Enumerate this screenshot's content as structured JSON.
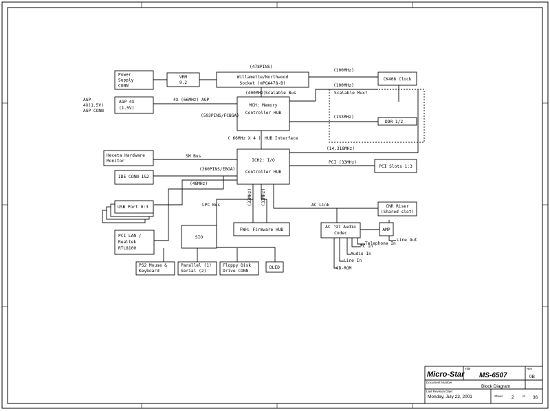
{
  "blocks": {
    "power_supply": [
      "Power",
      "Supply",
      "CONN"
    ],
    "vrm": [
      "VRM",
      "9.2"
    ],
    "cpu": [
      "Willamette/Northwood",
      "Socket (mPGA478-B)"
    ],
    "ck408": "CK408 Clock",
    "agp_slot": [
      "AGP 4X",
      "(1.5V)"
    ],
    "mch": [
      "MCH: Memory",
      "Controller HUB"
    ],
    "ddr": "DDR 1/2",
    "heceta": [
      "Heceta Hardware",
      "Monitor"
    ],
    "ide": "IDE CONN 1&2",
    "ich2": [
      "ICH2: I/O",
      "Controller HUB"
    ],
    "pci_slots": "PCI Slots 1:3",
    "usb": "USB Port 0:3",
    "cnr": [
      "CNR Riser",
      "(Shared slot)"
    ],
    "pci_lan": [
      "PCI LAN /",
      "Realtek",
      "RTL8100"
    ],
    "sio": "SIO",
    "fwh": "FWH: Firmware HUB",
    "ac97": [
      "AC '97 Audio",
      "Codec"
    ],
    "amp": "AMP",
    "ps2": [
      "PS2 Mouse &",
      "Keyboard"
    ],
    "parallel": [
      "Parallel (1)",
      "Serial (2)"
    ],
    "floppy": [
      "Floppy Disk",
      "Drive CONN"
    ],
    "dled": "DLED"
  },
  "labels": {
    "agp_conn": [
      "AGP",
      "4X(1.5V)",
      "AGP CONN"
    ],
    "cpu_pkg": "(478PINS)",
    "clk_100_top": "(100MHz)",
    "clk_100_mid": "(100MHz)",
    "fsb_400": "(400MHz)",
    "scalable_bus": "Scalable Bus",
    "agp_bus": "4X (66MHz) AGP",
    "scalable_mux": "Scalable Mux?",
    "clk_133": "(133MHz)",
    "mch_pkg": "(593PINS/FCBGA)",
    "hub_if_speed": "( 66MHz X 4 )",
    "hub_interface": "HUB Interface",
    "clk_14": "(14.318MHz)",
    "sm_bus": "SM Bus",
    "ich2_pkg": "(360PINS/EBGA)",
    "pci_bus": "PCI (33MHz)",
    "clk_48": "(48MHz)",
    "lpc_bus": "LPC Bus",
    "lpc_33a": "(33MHz)",
    "lpc_33b": "(33MHz)",
    "ac_link": "AC Link",
    "line_out": "Line Out",
    "telephone_in": "Telephone In",
    "pc_in": "PC In",
    "audio_in": "Audio In",
    "line_in": "Line In",
    "cd_rom": "CD-ROM"
  },
  "title_block": {
    "brand": "Micro-Star",
    "title_label": "Title",
    "title": "MS-6507",
    "document_number_label": "Document Number",
    "document_name": "Block Diagram",
    "rev_label": "Rev",
    "rev": "0B",
    "date_label": "Last Revision Date:",
    "date": "Monday, July 23, 2001",
    "sheet_label": "Sheet",
    "sheet": "2",
    "of_label": "of",
    "total": "36"
  }
}
